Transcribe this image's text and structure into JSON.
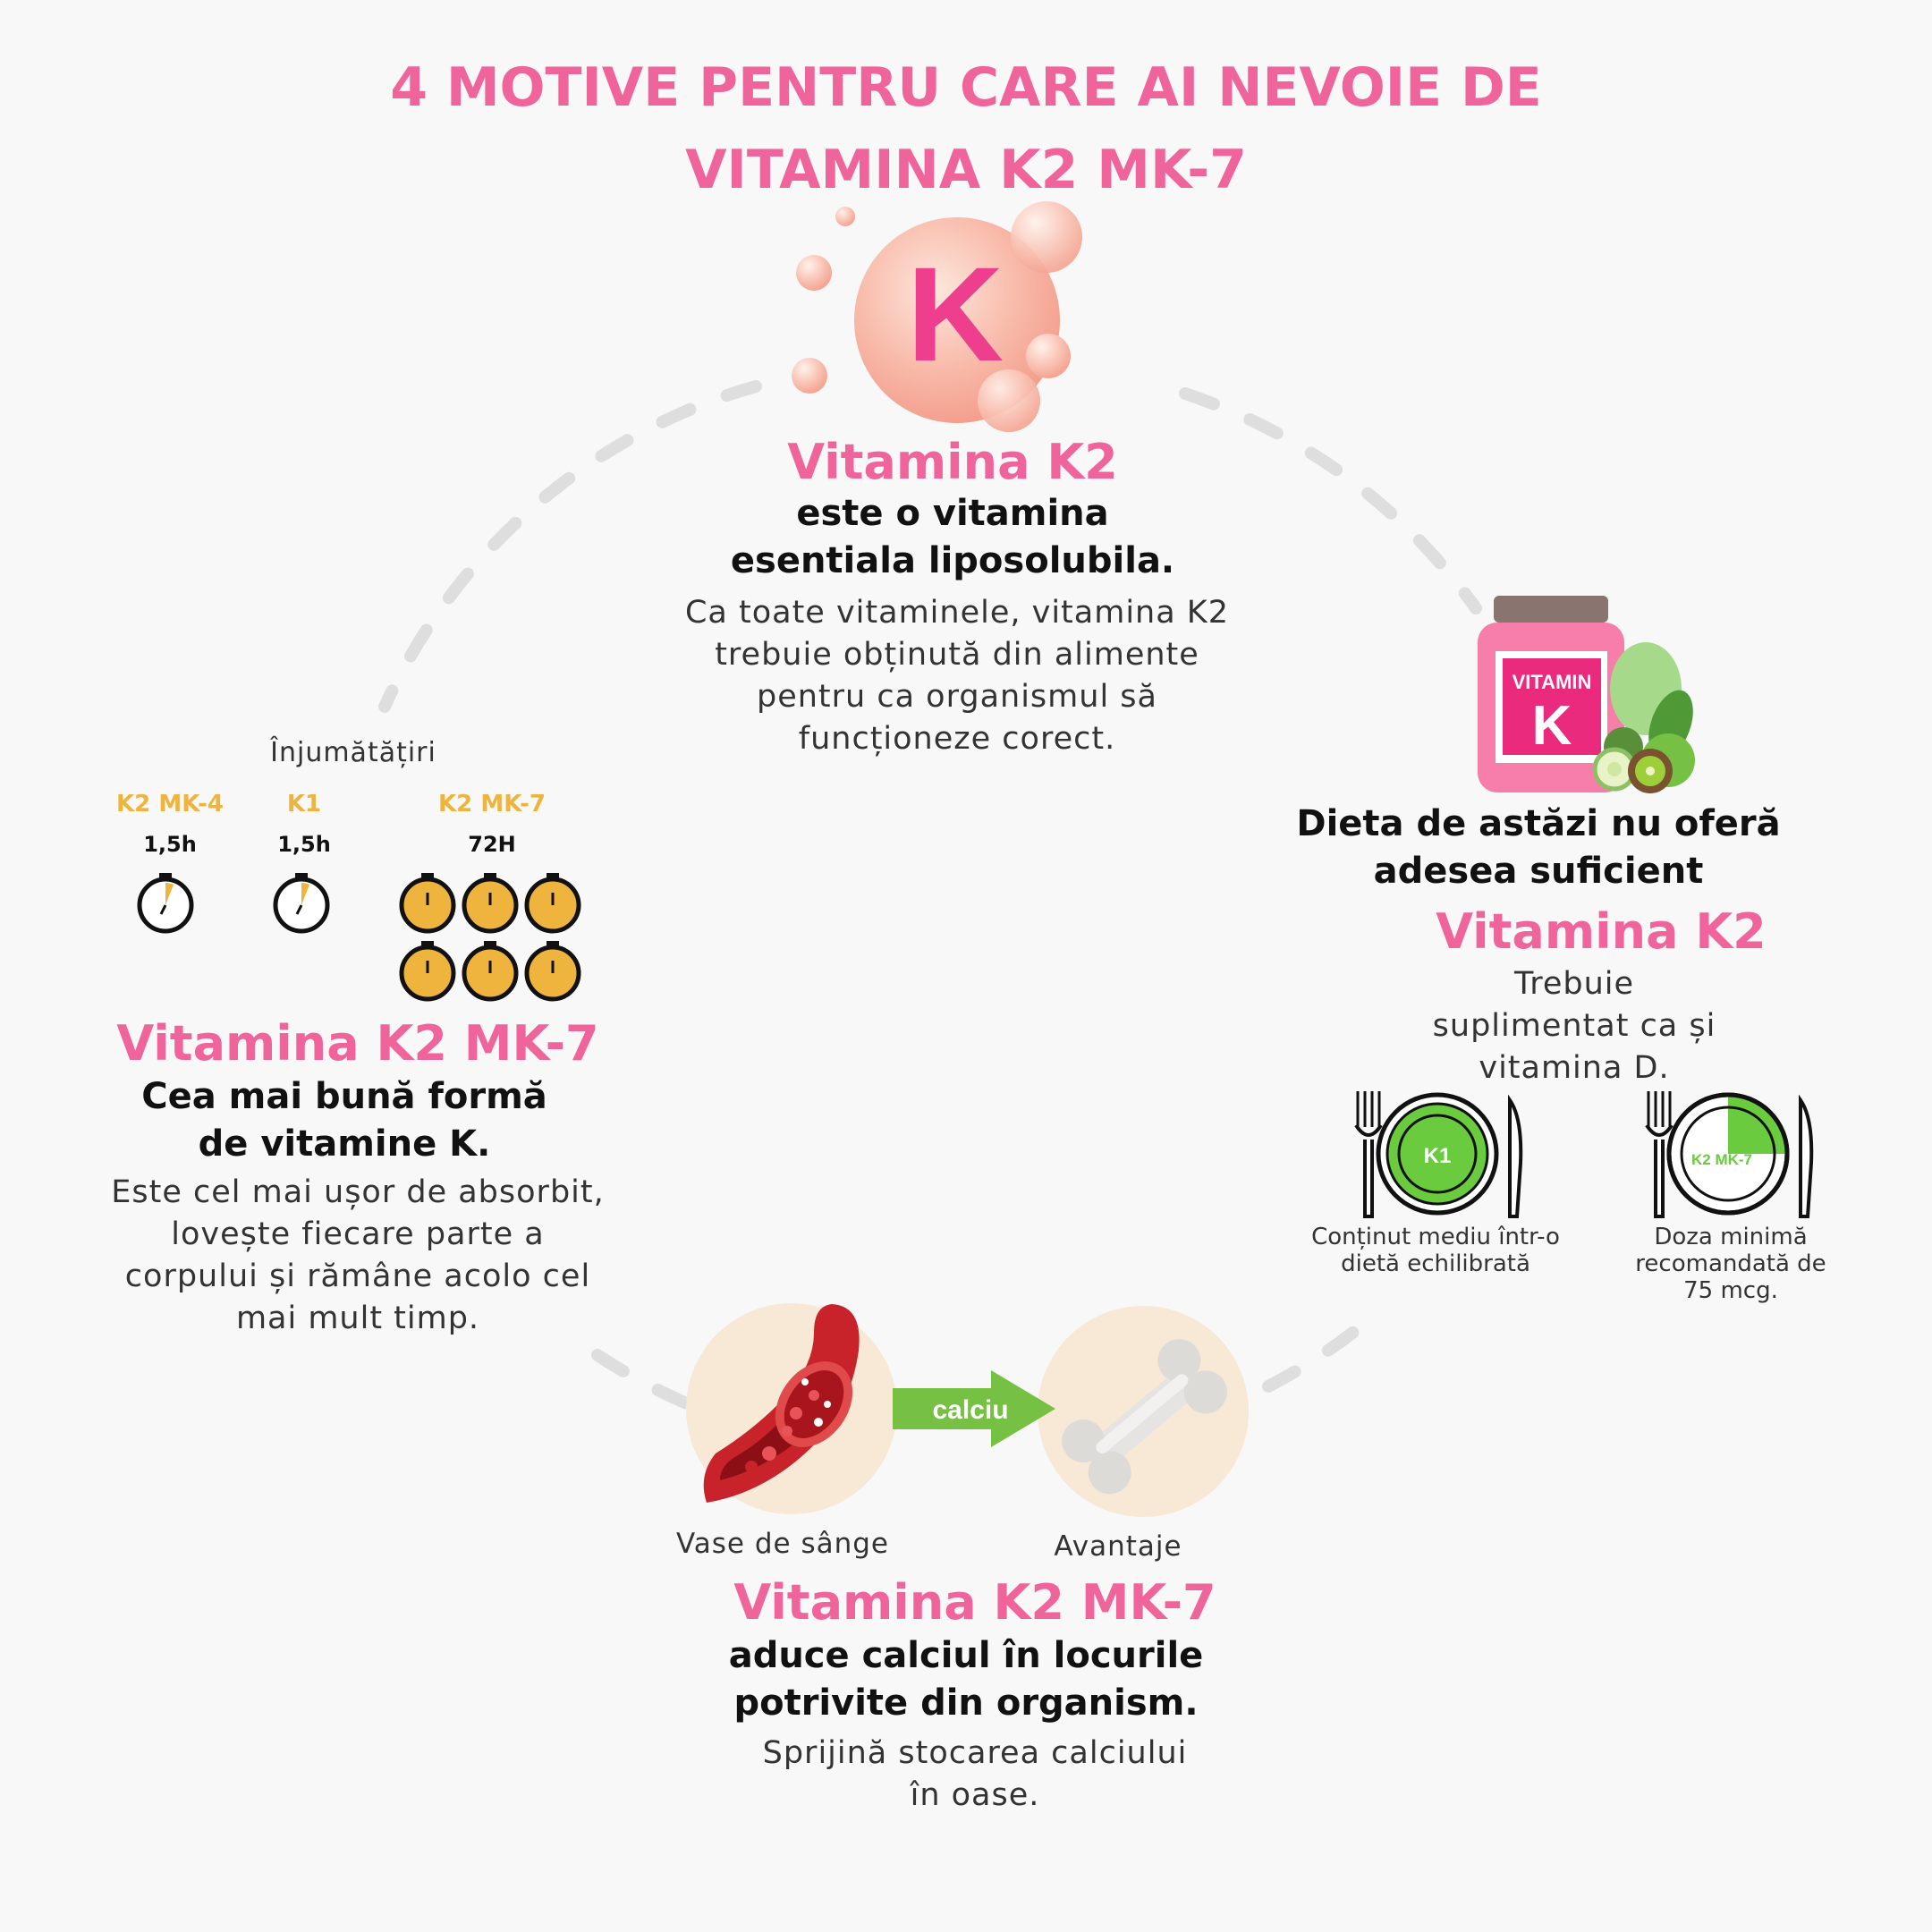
{
  "title": {
    "line1": "4 MOTIVE PENTRU CARE AI NEVOIE DE",
    "line2": "VITAMINA K2 MK-7"
  },
  "top": {
    "badge_letter": "K",
    "heading": "Vitamina K2",
    "bold_line1": "este o vitamina",
    "bold_line2": "esentiala liposolubila.",
    "body": [
      "Ca toate vitaminele, vitamina K2",
      "trebuie obținută din alimente",
      "pentru ca organismul să",
      "funcționeze corect."
    ]
  },
  "left": {
    "halflife_label": "Înjumătățiri",
    "forms": [
      {
        "name": "K2 MK-4",
        "time": "1,5h"
      },
      {
        "name": "K1",
        "time": "1,5h"
      },
      {
        "name": "K2 MK-7",
        "time": "72H"
      }
    ],
    "heading": "Vitamina K2 MK-7",
    "bold_line1": "Cea mai bună formă",
    "bold_line2": "de vitamine K.",
    "body": [
      "Este cel mai ușor de absorbit,",
      "lovește fiecare parte a",
      "corpului și rămâne acolo cel",
      "mai mult timp."
    ]
  },
  "right": {
    "jar_label1": "VITAMIN",
    "jar_label2": "K",
    "bold_line1": "Dieta de astăzi nu oferă",
    "bold_line2": "adesea suficient",
    "heading": "Vitamina K2",
    "body": [
      "Trebuie",
      "suplimentat ca și",
      "vitamina D."
    ],
    "plates": [
      {
        "label": "K1",
        "caption": [
          "Conținut mediu într-o",
          "dietă echilibrată"
        ],
        "fill_fraction": 1.0
      },
      {
        "label": "K2 MK-7",
        "caption": [
          "Doza minimă",
          "recomandată de",
          "75 mcg."
        ],
        "fill_fraction": 0.25
      }
    ]
  },
  "bottom": {
    "arrow_label": "calciu",
    "vessel_caption": "Vase de sânge",
    "bone_caption": "Avantaje",
    "heading": "Vitamina K2 MK-7",
    "bold_line1": "aduce calciul în locurile",
    "bold_line2": "potrivite din organism.",
    "body": [
      "Sprijină stocarea calciului",
      "în oase."
    ]
  },
  "colors": {
    "pink": "#f0649c",
    "orange": "#efb43e",
    "green": "#6acb3f",
    "dash": "#dedede"
  }
}
